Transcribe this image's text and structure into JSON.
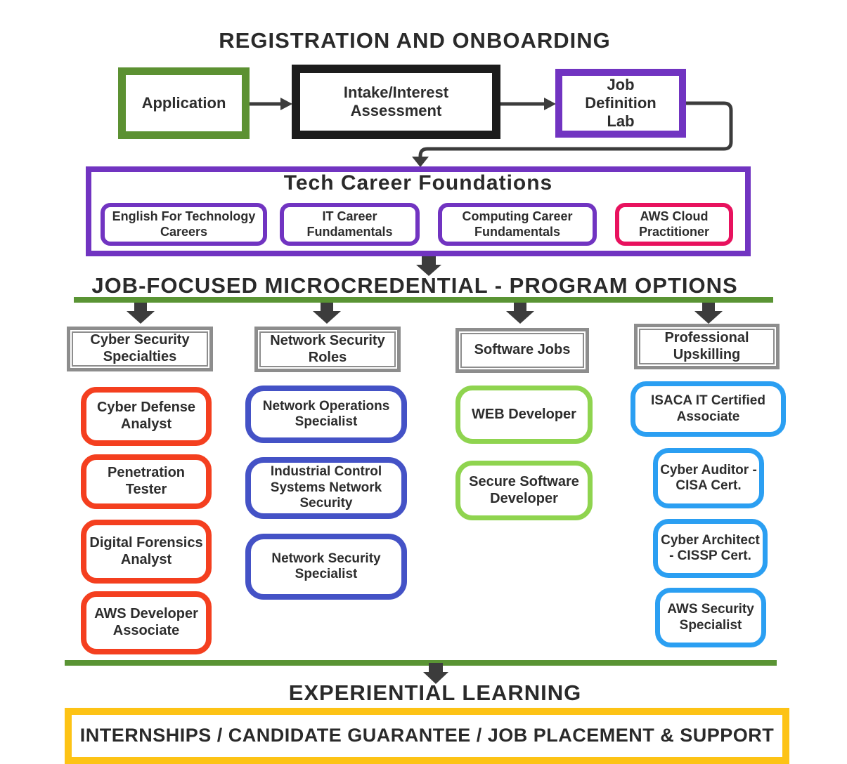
{
  "colors": {
    "page_bg": "#ffffff",
    "heading_text": "#2a2a2a",
    "box_text": "#2d2d2d",
    "arrow": "#3c3c3c",
    "green": "#5c9132",
    "black_box": "#1c1c1c",
    "purple": "#7134c1",
    "pink": "#e8125e",
    "orange": "#f43f1f",
    "indigo": "#4452c6",
    "light_green": "#8fd44f",
    "light_blue": "#2b9ff2",
    "gray": "#8d8d8d",
    "yellow": "#fdc315",
    "divider_green": "#5a9434"
  },
  "registration": {
    "title": "REGISTRATION AND ONBOARDING",
    "steps": [
      {
        "label": "Application"
      },
      {
        "label": "Intake/Interest Assessment"
      },
      {
        "label": "Job Definition Lab"
      }
    ]
  },
  "foundations": {
    "title": "Tech Career Foundations",
    "courses": [
      {
        "label": "English For Technology Careers"
      },
      {
        "label": "IT Career Fundamentals"
      },
      {
        "label": "Computing Career Fundamentals"
      },
      {
        "label": "AWS Cloud Practitioner"
      }
    ]
  },
  "programs": {
    "title": "JOB-FOCUSED MICROCREDENTIAL - PROGRAM OPTIONS",
    "columns": [
      {
        "header": "Cyber Security Specialties",
        "items": [
          {
            "label": "Cyber Defense Analyst"
          },
          {
            "label": "Penetration Tester"
          },
          {
            "label": "Digital Forensics Analyst"
          },
          {
            "label": "AWS Developer Associate"
          }
        ]
      },
      {
        "header": "Network Security Roles",
        "items": [
          {
            "label": "Network Operations Specialist"
          },
          {
            "label": "Industrial Control Systems Network Security"
          },
          {
            "label": "Network Security Specialist"
          }
        ]
      },
      {
        "header": "Software Jobs",
        "items": [
          {
            "label": "WEB Developer"
          },
          {
            "label": "Secure Software Developer"
          }
        ]
      },
      {
        "header": "Professional Upskilling",
        "items": [
          {
            "label": "ISACA IT Certified Associate"
          },
          {
            "label": "Cyber Auditor - CISA Cert."
          },
          {
            "label": "Cyber Architect - CISSP Cert."
          },
          {
            "label": "AWS Security Specialist"
          }
        ]
      }
    ]
  },
  "experiential": {
    "title": "EXPERIENTIAL LEARNING",
    "banner": "INTERNSHIPS / CANDIDATE GUARANTEE / JOB PLACEMENT & SUPPORT"
  }
}
